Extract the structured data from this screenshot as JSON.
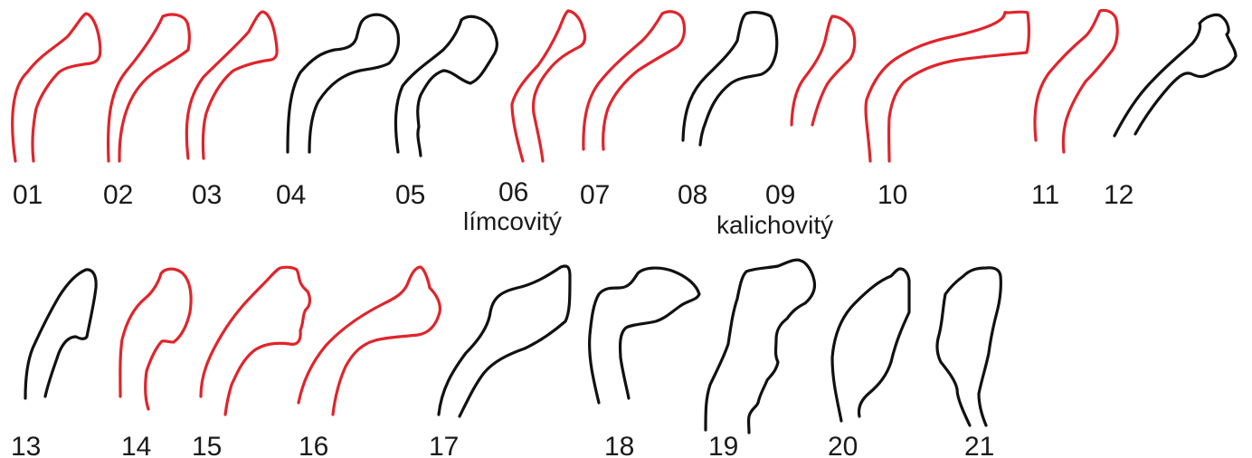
{
  "colors": {
    "red": "#e0242b",
    "black": "#111111"
  },
  "profiles": [
    {
      "id": "01",
      "label": "01",
      "color": "red"
    },
    {
      "id": "02",
      "label": "02",
      "color": "red"
    },
    {
      "id": "03",
      "label": "03",
      "color": "red"
    },
    {
      "id": "04",
      "label": "04",
      "color": "black"
    },
    {
      "id": "05",
      "label": "05",
      "color": "black"
    },
    {
      "id": "06",
      "label": "06",
      "color": "red"
    },
    {
      "id": "07",
      "label": "07",
      "color": "red"
    },
    {
      "id": "08",
      "label": "08",
      "color": "black"
    },
    {
      "id": "09",
      "label": "09",
      "color": "red"
    },
    {
      "id": "10",
      "label": "10",
      "color": "red"
    },
    {
      "id": "11",
      "label": "11",
      "color": "red"
    },
    {
      "id": "12",
      "label": "12",
      "color": "black"
    },
    {
      "id": "13",
      "label": "13",
      "color": "black"
    },
    {
      "id": "14",
      "label": "14",
      "color": "red"
    },
    {
      "id": "15",
      "label": "15",
      "color": "red"
    },
    {
      "id": "16",
      "label": "16",
      "color": "red"
    },
    {
      "id": "17",
      "label": "17",
      "color": "black"
    },
    {
      "id": "18",
      "label": "18",
      "color": "black"
    },
    {
      "id": "19",
      "label": "19",
      "color": "black"
    },
    {
      "id": "20",
      "label": "20",
      "color": "black"
    },
    {
      "id": "21",
      "label": "21",
      "color": "black"
    }
  ],
  "terms": {
    "limcovity": "límcovitý",
    "kalichovity": "kalichovitý"
  }
}
